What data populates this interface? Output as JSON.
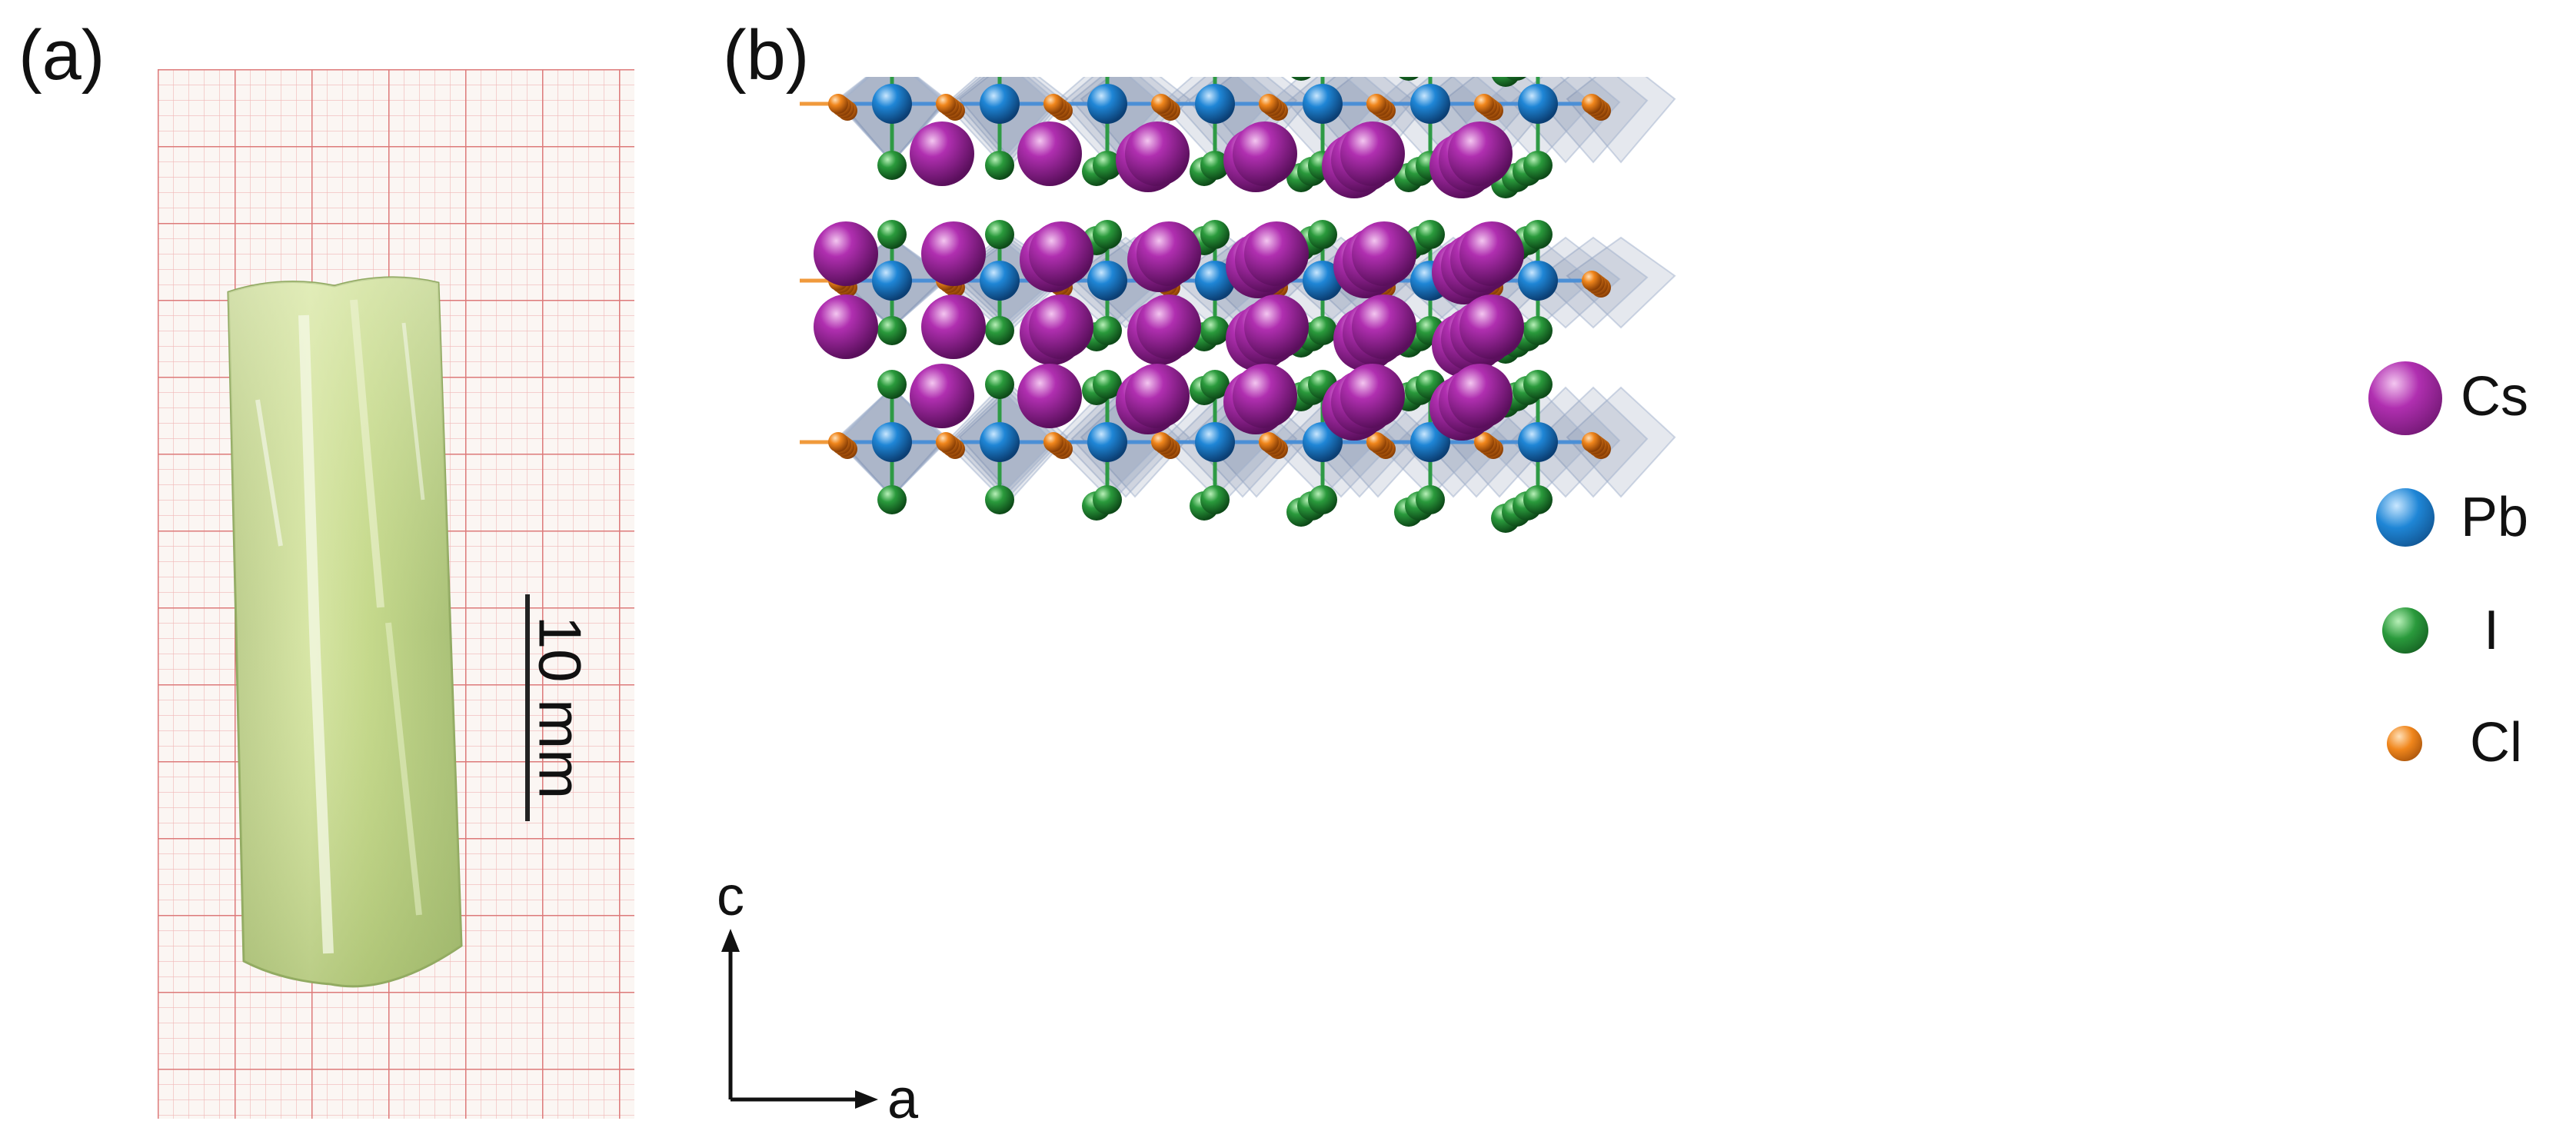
{
  "panels": {
    "a": {
      "label": "(a)",
      "scale_bar": "10 mm"
    },
    "b": {
      "label": "(b)"
    }
  },
  "legend": [
    {
      "symbol": "Cs",
      "color": "#8a1b8c"
    },
    {
      "symbol": "Pb",
      "color": "#1a77c4"
    },
    {
      "symbol": "I",
      "color": "#1e7a2e"
    },
    {
      "symbol": "Cl",
      "color": "#e07a1a"
    }
  ],
  "axes": {
    "vertical": "c",
    "horizontal": "a"
  }
}
